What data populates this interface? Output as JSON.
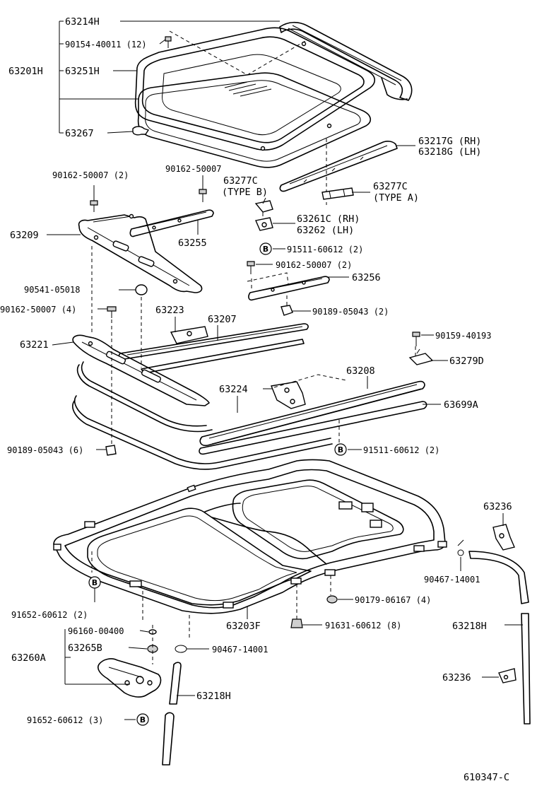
{
  "labels": {
    "p63214H": "63214H",
    "p90154": "90154-40011 (12)",
    "p63201H": "63201H",
    "p63251H": "63251H",
    "p63267": "63267",
    "p63217G": "63217G (RH)",
    "p63218G": "63218G (LH)",
    "p90162a": "90162-50007 (2)",
    "p90162b": "90162-50007",
    "p63277C_B1": "63277C",
    "p63277C_B2": "(TYPE  B)",
    "p63277C_A1": "63277C",
    "p63277C_A2": "(TYPE  A)",
    "p63209": "63209",
    "p63255": "63255",
    "p63261C": "63261C (RH)",
    "p63262": "63262   (LH)",
    "p91511a": "91511-60612 (2)",
    "p90162c": "90162-50007 (2)",
    "p63256": "63256",
    "p90541": "90541-05018",
    "p63223": "63223",
    "p90162d": "90162-50007 (4)",
    "p90189a": "90189-05043 (2)",
    "p63207": "63207",
    "p90159": "90159-40193",
    "p63221": "63221",
    "p63279D": "63279D",
    "p63208": "63208",
    "p63224": "63224",
    "p63699A": "63699A",
    "p90189b": "90189-05043 (6)",
    "p91511b": "91511-60612 (2)",
    "p63236a": "63236",
    "p90467a": "90467-14001",
    "p91652a": "91652-60612 (2)",
    "p90179": "90179-06167 (4)",
    "p63203F": "63203F",
    "p91631": "91631-60612 (8)",
    "p63218Ha": "63218H",
    "p96160": "96160-00400",
    "p63265B": "63265B",
    "p63260A": "63260A",
    "p90467b": "90467-14001",
    "p63236b": "63236",
    "p63218Hb": "63218H",
    "p91652b": "91652-60612 (3)",
    "refB": "B",
    "figure_code": "610347-C"
  }
}
